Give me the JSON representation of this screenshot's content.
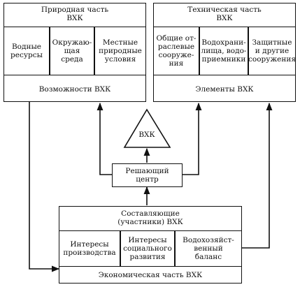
{
  "natural": {
    "title": "Природная часть\nВХК",
    "items": [
      "Водные\nресурсы",
      "Окружаю-\nщая\nсреда",
      "Местные\nприродные\nусловия"
    ],
    "footer": "Возможности ВХК"
  },
  "technical": {
    "title": "Техническая часть\nВХК",
    "items": [
      "Общие от-\nраслевые\nсооруже-\nния",
      "Водохрани-\nлища, водо-\nприемники",
      "Защитные\nи другие\nсооружения"
    ],
    "footer": "Элементы ВХК"
  },
  "center": {
    "triangle_label": "ВХК",
    "decision_center": "Решающий\nцентр"
  },
  "economic": {
    "title": "Составляющие\n(участники) ВХК",
    "items": [
      "Интересы\nпроизводства",
      "Интересы\nсоциального\nразвития",
      "Водохозяйст-\nвенный\nбаланс"
    ],
    "footer": "Экономическая часть ВХК"
  }
}
